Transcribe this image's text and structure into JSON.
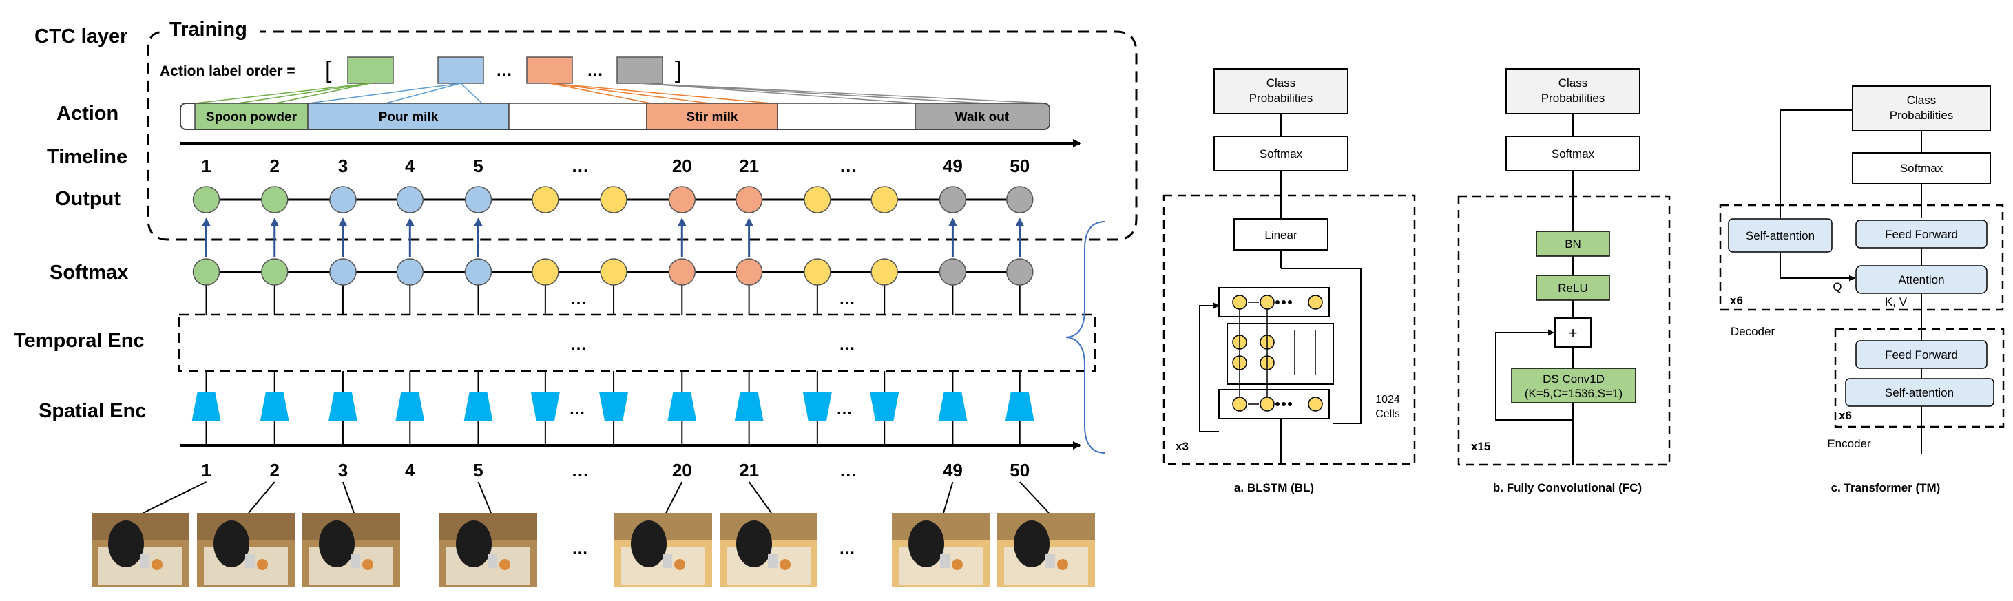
{
  "colors": {
    "green": "#9fcf8a",
    "blue": "#a6c8e8",
    "orange": "#f4a582",
    "gray": "#a9a9a9",
    "yellow": "#ffd966",
    "enc_blue": "#00b0f0",
    "block_blue": "#dbe8f6",
    "block_green": "#a9d18e"
  },
  "left": {
    "row_labels": {
      "ctc": "CTC layer",
      "action": "Action",
      "timeline": "Timeline",
      "output": "Output",
      "softmax": "Softmax",
      "temporal": "Temporal Enc",
      "spatial": "Spatial Enc"
    },
    "training_label": "Training",
    "order_label": "Action label order =",
    "bracket_open": "[",
    "bracket_close": "]",
    "ellipsis": "…",
    "order_swatches": [
      "green",
      "blue",
      "orange",
      "gray"
    ],
    "segments": [
      {
        "label": "Spoon powder",
        "color": "green"
      },
      {
        "label": "Pour milk",
        "color": "blue"
      },
      {
        "label": "",
        "color": "white"
      },
      {
        "label": "Stir milk",
        "color": "orange"
      },
      {
        "label": "",
        "color": "white"
      },
      {
        "label": "Walk out",
        "color": "gray"
      }
    ],
    "timeline_ticks": [
      "1",
      "2",
      "3",
      "4",
      "5",
      "…",
      "20",
      "21",
      "…",
      "49",
      "50"
    ],
    "output_colors": [
      "green",
      "green",
      "blue",
      "blue",
      "blue",
      "yellow",
      "yellow",
      "orange",
      "orange",
      "yellow",
      "yellow",
      "gray",
      "gray"
    ],
    "softmax_colors": [
      "green",
      "green",
      "blue",
      "blue",
      "blue",
      "yellow",
      "yellow",
      "orange",
      "orange",
      "yellow",
      "yellow",
      "gray",
      "gray"
    ],
    "softmax_dots": [
      "…",
      "…"
    ],
    "temporal_dots": [
      "…",
      "…"
    ],
    "spatial_dots": [
      "…",
      "…"
    ],
    "bottom_ticks": [
      "1",
      "2",
      "3",
      "4",
      "5",
      "…",
      "20",
      "21",
      "…",
      "49",
      "50"
    ],
    "frame_dots": [
      "…",
      "…"
    ]
  },
  "panel_a": {
    "class_prob": [
      "Class",
      "Probabilities"
    ],
    "softmax": "Softmax",
    "linear": "Linear",
    "cells": [
      "1024",
      "Cells"
    ],
    "repeat": "x3",
    "caption": "a. BLSTM (BL)"
  },
  "panel_b": {
    "class_prob": [
      "Class",
      "Probabilities"
    ],
    "softmax": "Softmax",
    "bn": "BN",
    "relu": "ReLU",
    "plus": "+",
    "conv": [
      "DS Conv1D",
      "(K=5,C=1536,S=1)"
    ],
    "repeat": "x15",
    "caption": "b. Fully Convolutional (FC)"
  },
  "panel_c": {
    "class_prob": [
      "Class",
      "Probabilities"
    ],
    "softmax": "Softmax",
    "dec_self_attention": "Self-attention",
    "dec_feed_forward": "Feed Forward",
    "attention": "Attention",
    "q": "Q",
    "kv": "K, V",
    "dec_repeat": "x6",
    "decoder": "Decoder",
    "enc_feed_forward": "Feed Forward",
    "enc_self_attention": "Self-attention",
    "enc_repeat": "x6",
    "encoder": "Encoder",
    "caption": "c. Transformer (TM)"
  }
}
